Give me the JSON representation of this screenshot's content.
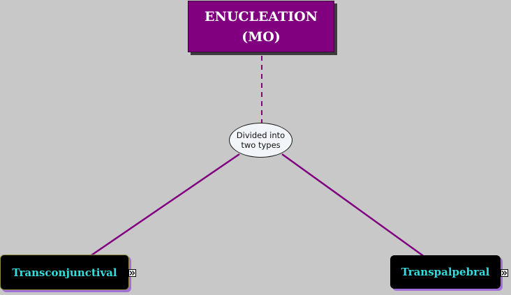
{
  "root": {
    "line1": "ENUCLEATION",
    "line2": "(MO)"
  },
  "linking_phrase": {
    "line1": "Divided into",
    "line2": "two types"
  },
  "children": [
    {
      "label": "Transconjunctival"
    },
    {
      "label": "Transpalpebral"
    }
  ],
  "colors": {
    "background": "#c8c8c8",
    "root_fill": "#800080",
    "link_line": "#800080",
    "leaf_fill": "#000000",
    "leaf_text": "#33dddd",
    "leaf_shadow": "#a070d8"
  },
  "icons": {
    "expand": "double-chevron-right-icon"
  }
}
